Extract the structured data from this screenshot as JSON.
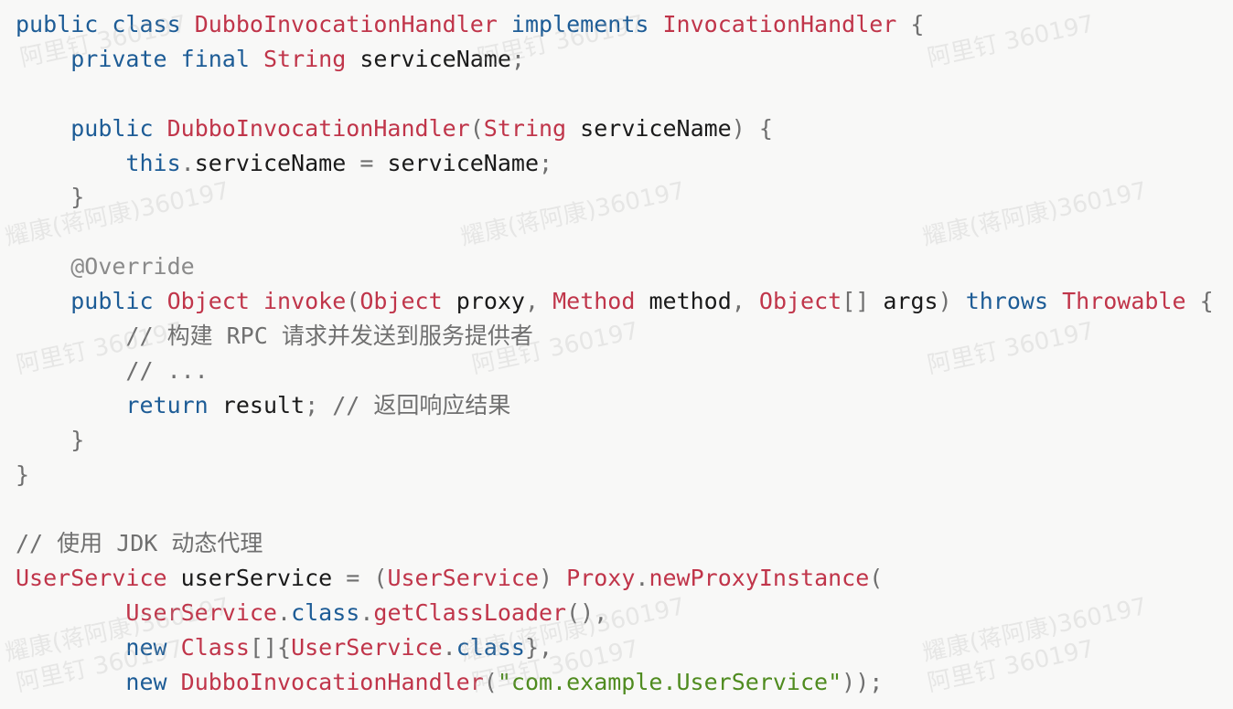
{
  "code_lines": [
    [
      [
        "kw",
        "public"
      ],
      [
        "pu",
        " "
      ],
      [
        "kw",
        "class"
      ],
      [
        "pu",
        " "
      ],
      [
        "ty",
        "DubboInvocationHandler"
      ],
      [
        "pu",
        " "
      ],
      [
        "kw",
        "implements"
      ],
      [
        "pu",
        " "
      ],
      [
        "ty",
        "InvocationHandler"
      ],
      [
        "pu",
        " {"
      ]
    ],
    [
      [
        "pu",
        "    "
      ],
      [
        "kw",
        "private"
      ],
      [
        "pu",
        " "
      ],
      [
        "kw",
        "final"
      ],
      [
        "pu",
        " "
      ],
      [
        "ty",
        "String"
      ],
      [
        "pu",
        " "
      ],
      [
        "id",
        "serviceName"
      ],
      [
        "pu",
        ";"
      ]
    ],
    [],
    [
      [
        "pu",
        "    "
      ],
      [
        "kw",
        "public"
      ],
      [
        "pu",
        " "
      ],
      [
        "fn",
        "DubboInvocationHandler"
      ],
      [
        "pu",
        "("
      ],
      [
        "ty",
        "String"
      ],
      [
        "pu",
        " "
      ],
      [
        "id",
        "serviceName"
      ],
      [
        "pu",
        ") {"
      ]
    ],
    [
      [
        "pu",
        "        "
      ],
      [
        "kw",
        "this"
      ],
      [
        "pu",
        "."
      ],
      [
        "id",
        "serviceName"
      ],
      [
        "pu",
        " = "
      ],
      [
        "id",
        "serviceName"
      ],
      [
        "pu",
        ";"
      ]
    ],
    [
      [
        "pu",
        "    }"
      ]
    ],
    [],
    [
      [
        "pu",
        "    "
      ],
      [
        "an",
        "@Override"
      ]
    ],
    [
      [
        "pu",
        "    "
      ],
      [
        "kw",
        "public"
      ],
      [
        "pu",
        " "
      ],
      [
        "ty",
        "Object"
      ],
      [
        "pu",
        " "
      ],
      [
        "fn",
        "invoke"
      ],
      [
        "pu",
        "("
      ],
      [
        "ty",
        "Object"
      ],
      [
        "pu",
        " "
      ],
      [
        "id",
        "proxy"
      ],
      [
        "pu",
        ", "
      ],
      [
        "ty",
        "Method"
      ],
      [
        "pu",
        " "
      ],
      [
        "id",
        "method"
      ],
      [
        "pu",
        ", "
      ],
      [
        "ty",
        "Object"
      ],
      [
        "pu",
        "[] "
      ],
      [
        "id",
        "args"
      ],
      [
        "pu",
        ") "
      ],
      [
        "kw",
        "throws"
      ],
      [
        "pu",
        " "
      ],
      [
        "ty",
        "Throwable"
      ],
      [
        "pu",
        " {"
      ]
    ],
    [
      [
        "pu",
        "        "
      ],
      [
        "cm",
        "// 构建 RPC 请求并发送到服务提供者"
      ]
    ],
    [
      [
        "pu",
        "        "
      ],
      [
        "cm",
        "// ..."
      ]
    ],
    [
      [
        "pu",
        "        "
      ],
      [
        "kw",
        "return"
      ],
      [
        "pu",
        " "
      ],
      [
        "id",
        "result"
      ],
      [
        "pu",
        "; "
      ],
      [
        "cm",
        "// 返回响应结果"
      ]
    ],
    [
      [
        "pu",
        "    }"
      ]
    ],
    [
      [
        "pu",
        "}"
      ]
    ],
    [],
    [
      [
        "cm",
        "// 使用 JDK 动态代理"
      ]
    ],
    [
      [
        "ty",
        "UserService"
      ],
      [
        "pu",
        " "
      ],
      [
        "id",
        "userService"
      ],
      [
        "pu",
        " = ("
      ],
      [
        "ty",
        "UserService"
      ],
      [
        "pu",
        ") "
      ],
      [
        "ty",
        "Proxy"
      ],
      [
        "pu",
        "."
      ],
      [
        "fn",
        "newProxyInstance"
      ],
      [
        "pu",
        "("
      ]
    ],
    [
      [
        "pu",
        "        "
      ],
      [
        "ty",
        "UserService"
      ],
      [
        "pu",
        "."
      ],
      [
        "kw",
        "class"
      ],
      [
        "pu",
        "."
      ],
      [
        "fn",
        "getClassLoader"
      ],
      [
        "pu",
        "(),"
      ]
    ],
    [
      [
        "pu",
        "        "
      ],
      [
        "kw",
        "new"
      ],
      [
        "pu",
        " "
      ],
      [
        "ty",
        "Class"
      ],
      [
        "pu",
        "[]{"
      ],
      [
        "ty",
        "UserService"
      ],
      [
        "pu",
        "."
      ],
      [
        "kw",
        "class"
      ],
      [
        "pu",
        "},"
      ]
    ],
    [
      [
        "pu",
        "        "
      ],
      [
        "kw",
        "new"
      ],
      [
        "pu",
        " "
      ],
      [
        "fn",
        "DubboInvocationHandler"
      ],
      [
        "pu",
        "("
      ],
      [
        "st",
        "\"com.example.UserService\""
      ],
      [
        "pu",
        "));"
      ]
    ]
  ],
  "watermark": {
    "text_a": "阿里钉 360197",
    "text_b": "耀康(蒋阿康)360197"
  }
}
